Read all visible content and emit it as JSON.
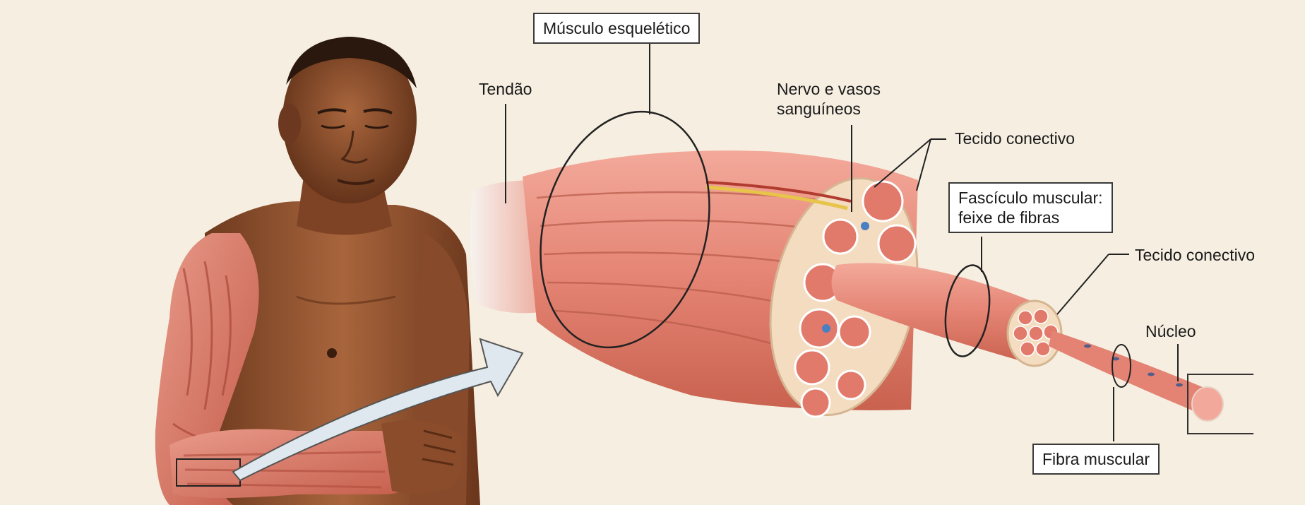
{
  "labels": {
    "skeletal_muscle": "Músculo esquelético",
    "tendon": "Tendão",
    "nerve_line1": "Nervo e vasos",
    "nerve_line2": "sanguíneos",
    "connective_tissue_1": "Tecido conectivo",
    "fascicle_line1": "Fascículo muscular:",
    "fascicle_line2": "feixe de fibras",
    "connective_tissue_2": "Tecido conectivo",
    "nucleus": "Núcleo",
    "muscle_fiber": "Fibra muscular"
  },
  "colors": {
    "background": "#f6efe1",
    "skin": "#9a5a35",
    "muscle": "#e58a7a",
    "muscle_dark": "#c8604f",
    "connective": "#f4dcc0",
    "arrow": "#dfe8ee"
  }
}
